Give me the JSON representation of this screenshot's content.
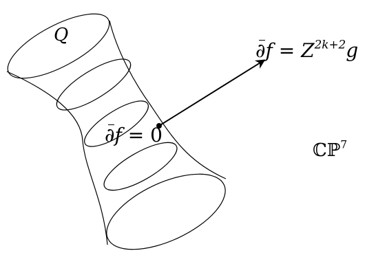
{
  "figure": {
    "surface_label": "Q",
    "outer_equation": {
      "lhs_symbol": "∂",
      "lhs_var": "f",
      "equals": "=",
      "rhs_base": "Z",
      "rhs_exponent": "2k+2",
      "rhs_tail": "g"
    },
    "inner_equation": {
      "lhs_symbol": "∂",
      "lhs_var": "f",
      "equals": "=",
      "rhs": "0"
    },
    "space_label": {
      "base": "ℂℙ",
      "exponent": "7"
    }
  }
}
